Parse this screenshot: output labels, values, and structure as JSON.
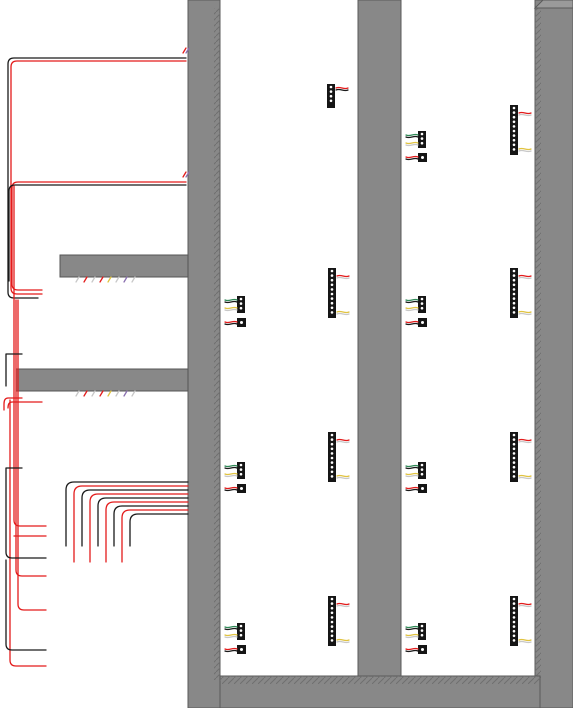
{
  "colors": {
    "background": "#ffffff",
    "post": "#888888",
    "post_edge": "#5a5a5a",
    "wire_red": "#e31b1b",
    "wire_black": "#1a1a1a",
    "wire_green": "#2f8a57",
    "wire_yellow": "#e0c340",
    "wire_white": "#c8c8c8",
    "wire_purple": "#8a6fb0",
    "terminal": "#151515"
  },
  "diagram": {
    "components": [
      "steel-post",
      "panel-bracket",
      "terminal-block",
      "connector",
      "cable-bundle"
    ],
    "post_count": 3,
    "terminal_rows": 4,
    "cable_colors_sequence": [
      "white",
      "red",
      "white",
      "red",
      "yellow",
      "white",
      "blue",
      "white"
    ]
  }
}
